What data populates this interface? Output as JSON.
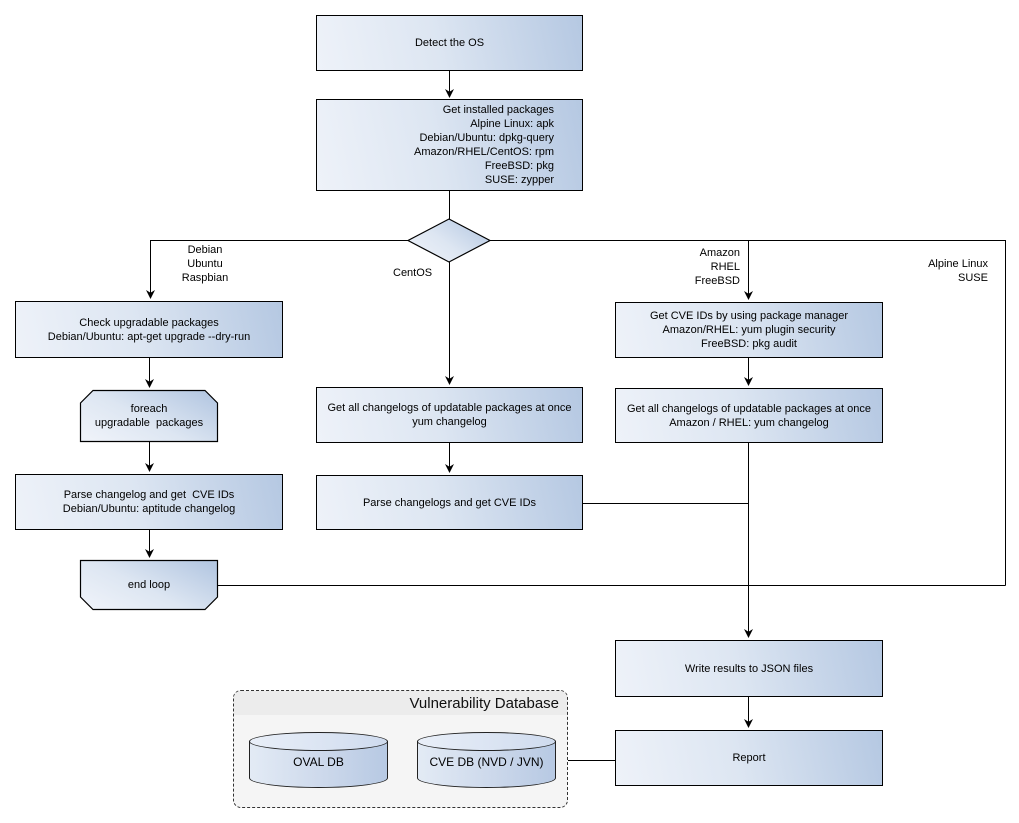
{
  "title": "Detect the OS vulnerability scan flowchart",
  "colors": {
    "node_gradient_light": "#eef2f9",
    "node_gradient_dark": "#b5c8e2",
    "node_border": "#000000",
    "db_container_bg": "#f5f5f5",
    "db_header_bg": "#ececec",
    "connector": "#000000"
  },
  "nodes": {
    "detect_os": {
      "lines": [
        "Detect the OS"
      ]
    },
    "get_installed": {
      "lines": [
        "Get installed packages",
        "Alpine Linux: apk",
        "Debian/Ubuntu: dpkg-query",
        "Amazon/RHEL/CentOS: rpm",
        "FreeBSD: pkg",
        "SUSE: zypper"
      ]
    },
    "check_upgradable": {
      "lines": [
        "Check upgradable packages",
        "Debian/Ubuntu: apt-get upgrade --dry-run"
      ]
    },
    "foreach_loop": {
      "lines": [
        "foreach",
        "upgradable  packages"
      ]
    },
    "parse_changelog_left": {
      "lines": [
        "Parse changelog and get  CVE IDs",
        "Debian/Ubuntu: aptitude changelog"
      ]
    },
    "end_loop": {
      "lines": [
        "end loop"
      ]
    },
    "get_changelogs_centos": {
      "lines": [
        "Get all changelogs of updatable packages at once",
        "yum changelog"
      ]
    },
    "parse_changelogs_centos": {
      "lines": [
        "Parse changelogs and get CVE IDs"
      ]
    },
    "get_cve_ids_pkg_manager": {
      "lines": [
        "Get CVE IDs by using package manager",
        "Amazon/RHEL: yum plugin security",
        "FreeBSD: pkg audit"
      ]
    },
    "get_changelogs_amazon": {
      "lines": [
        "Get all changelogs of updatable packages at once",
        "Amazon / RHEL: yum changelog"
      ]
    },
    "write_results": {
      "lines": [
        "Write results to JSON files"
      ]
    },
    "report": {
      "lines": [
        "Report"
      ]
    }
  },
  "branch_labels": {
    "left": {
      "lines": [
        "Debian",
        "Ubuntu",
        "Raspbian"
      ]
    },
    "centos": "CentOS",
    "right": {
      "lines": [
        "Amazon",
        "RHEL",
        "FreeBSD"
      ]
    },
    "far_right": {
      "lines": [
        "Alpine Linux",
        "SUSE"
      ]
    }
  },
  "database": {
    "title": "Vulnerability Database",
    "oval_db": "OVAL DB",
    "cve_db": "CVE DB (NVD / JVN)"
  }
}
